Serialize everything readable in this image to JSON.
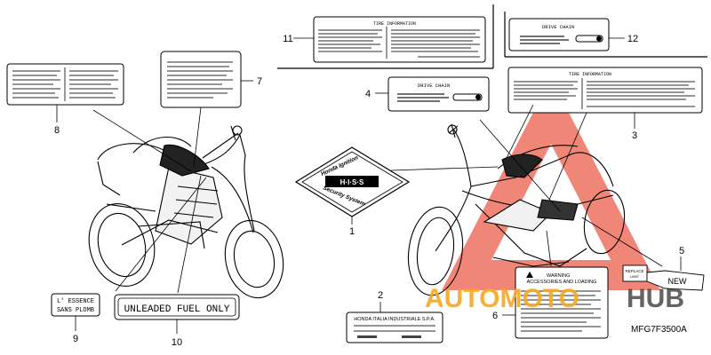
{
  "diagram_code": "MFG7F3500A",
  "watermark": {
    "text_orange": "AUTOMOTO",
    "text_dark": "HUB",
    "colors": {
      "triangle": "#e8412c",
      "orange": "#f6a824",
      "dark": "#4a4a4a"
    }
  },
  "callouts": [
    {
      "id": "1",
      "label": "1"
    },
    {
      "id": "2",
      "label": "2"
    },
    {
      "id": "3",
      "label": "3"
    },
    {
      "id": "4",
      "label": "4"
    },
    {
      "id": "5",
      "label": "5"
    },
    {
      "id": "6",
      "label": "6"
    },
    {
      "id": "7",
      "label": "7"
    },
    {
      "id": "8",
      "label": "8"
    },
    {
      "id": "9",
      "label": "9"
    },
    {
      "id": "10",
      "label": "10"
    },
    {
      "id": "11",
      "label": "11"
    },
    {
      "id": "12",
      "label": "12"
    }
  ],
  "labels": {
    "tire_information": "TIRE INFORMATION",
    "drive_chain": "DRIVE CHAIN",
    "hiss_top": "Honda Ignition",
    "hiss_mid": "H·I·S·S",
    "hiss_bottom": "Security System",
    "warning_title": "WARNING",
    "warning_sub": "ACCESSORIES AND LOADING",
    "honda_italia": "HONDA ITALIA INDUSTRIALE S.P.A.",
    "unleaded": "UNLEADED FUEL ONLY",
    "essence_line1": "L' ESSENCE",
    "essence_line2": "SANS PLOMB",
    "replace": "REPLACE",
    "new": "NEW"
  }
}
